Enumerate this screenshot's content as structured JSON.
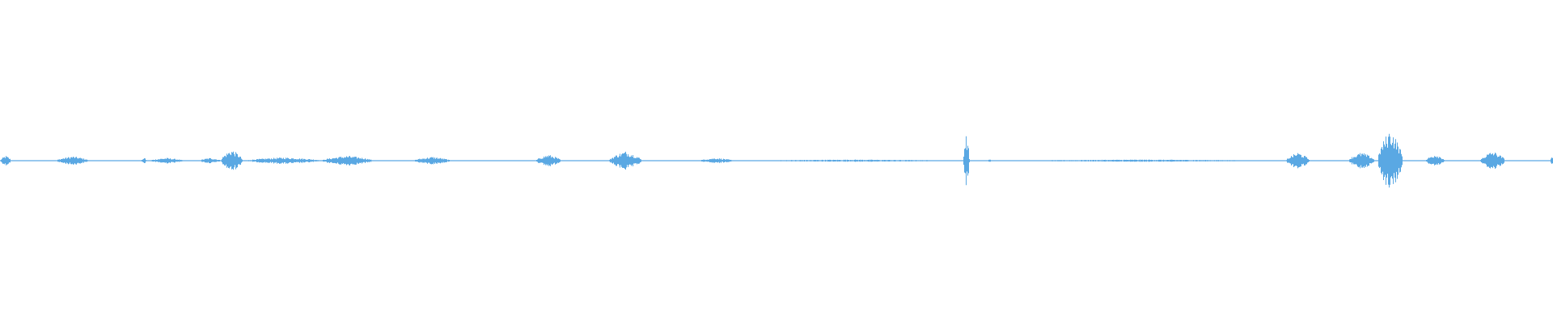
{
  "colors": {
    "background": "#ffffff",
    "waveform": "#5aa8e3"
  },
  "waveform": {
    "baseline_amplitude": 0.006,
    "segments": [
      [
        0.0,
        0.007,
        0.09
      ],
      [
        0.036,
        0.057,
        0.08
      ],
      [
        0.091,
        0.094,
        0.06
      ],
      [
        0.096,
        0.118,
        0.05
      ],
      [
        0.128,
        0.142,
        0.05
      ],
      [
        0.142,
        0.156,
        0.2
      ],
      [
        0.158,
        0.207,
        0.06
      ],
      [
        0.207,
        0.24,
        0.09
      ],
      [
        0.266,
        0.29,
        0.07
      ],
      [
        0.345,
        0.361,
        0.11
      ],
      [
        0.392,
        0.413,
        0.17
      ],
      [
        0.45,
        0.472,
        0.05
      ],
      [
        0.478,
        0.62,
        0.02
      ],
      [
        0.62,
        0.624,
        0.48
      ],
      [
        0.636,
        0.638,
        0.03
      ],
      [
        0.646,
        0.825,
        0.02
      ],
      [
        0.828,
        0.843,
        0.15
      ],
      [
        0.868,
        0.885,
        0.15
      ],
      [
        0.887,
        0.903,
        0.57
      ],
      [
        0.918,
        0.93,
        0.12
      ],
      [
        0.953,
        0.969,
        0.17
      ],
      [
        0.998,
        1.0,
        0.1
      ]
    ]
  }
}
